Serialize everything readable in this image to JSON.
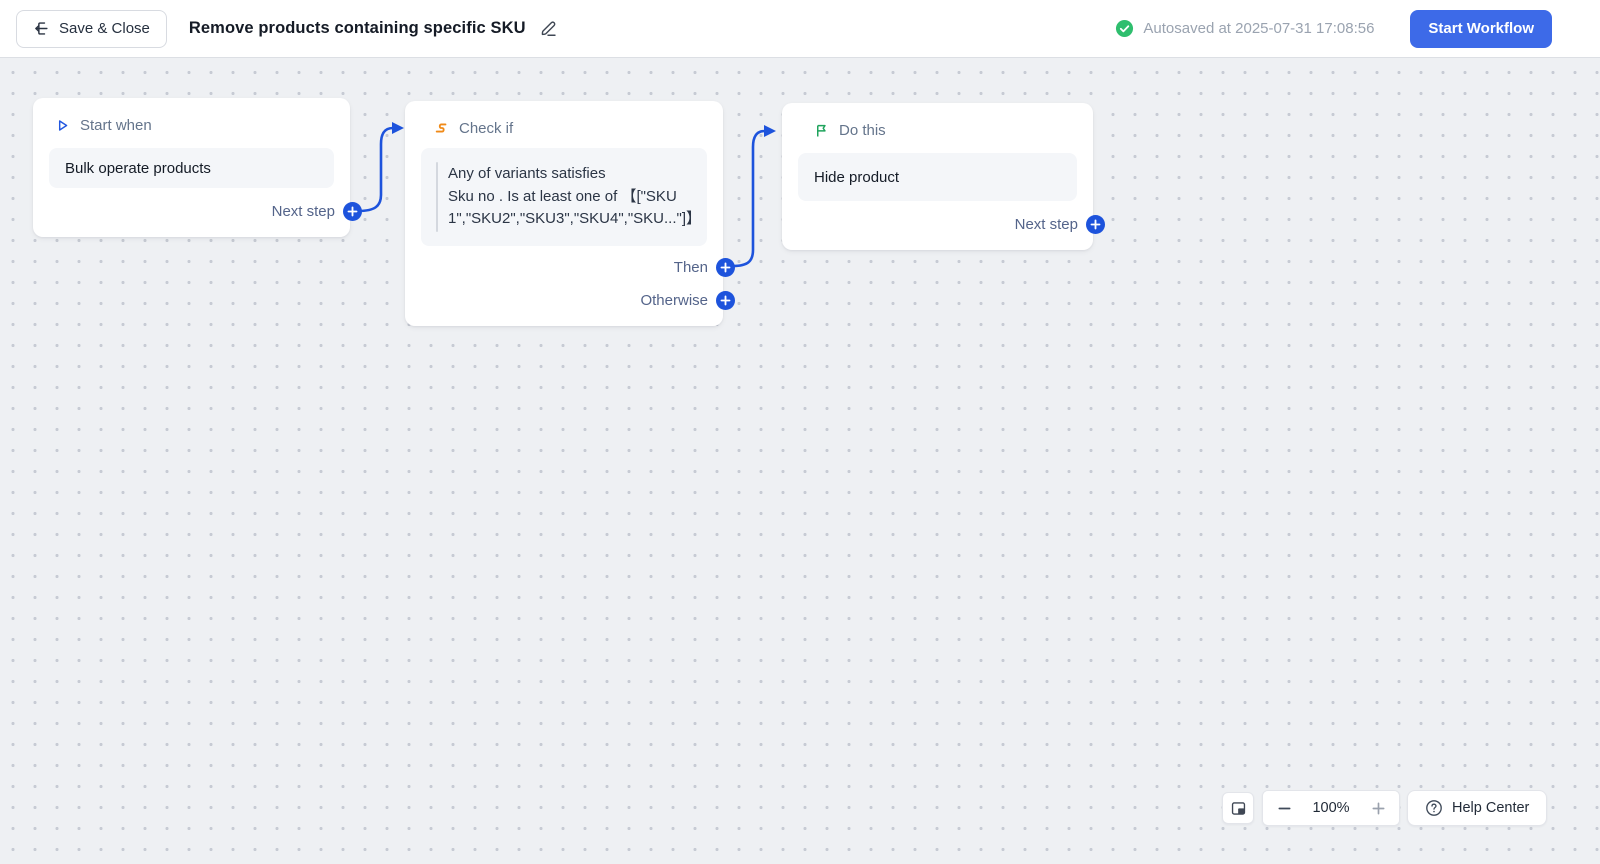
{
  "topbar": {
    "save_close_label": "Save & Close",
    "title": "Remove products containing specific SKU",
    "autosave_status": "Autosaved at 2025-07-31 17:08:56",
    "start_workflow_label": "Start Workflow"
  },
  "canvas": {
    "trigger_card": {
      "title": "Start when",
      "event": "Bulk operate products",
      "next_step_label": "Next step"
    },
    "condition_card": {
      "title": "Check if",
      "condition_line1": "Any of variants satisfies",
      "condition_line2": "Sku no . Is at least one of 【[\"SKU 1\",\"SKU2\",\"SKU3\",\"SKU4\",\"SKU...\"]】",
      "then_label": "Then",
      "otherwise_label": "Otherwise"
    },
    "action_card": {
      "title": "Do this",
      "action": "Hide product",
      "next_step_label": "Next step"
    }
  },
  "controls": {
    "zoom_level": "100%",
    "help_label": "Help Center"
  },
  "icons": {
    "save_close": "exit-left-icon",
    "edit_title": "pencil-icon",
    "autosave": "check-circle-icon",
    "trigger": "play-icon",
    "condition": "branch-icon",
    "action": "flag-icon",
    "add_step": "plus-circle-icon",
    "fit_view": "fit-view-icon",
    "zoom_out": "minus-icon",
    "zoom_in": "plus-icon",
    "help": "question-circle-icon"
  },
  "colors": {
    "accent_blue": "#1d53dc",
    "primary_button_blue": "#3d6ae8",
    "autosave_green": "#2fbe6e",
    "flag_green": "#1fa35c",
    "condition_orange": "#f08a18",
    "canvas_background": "#eef0f3"
  }
}
